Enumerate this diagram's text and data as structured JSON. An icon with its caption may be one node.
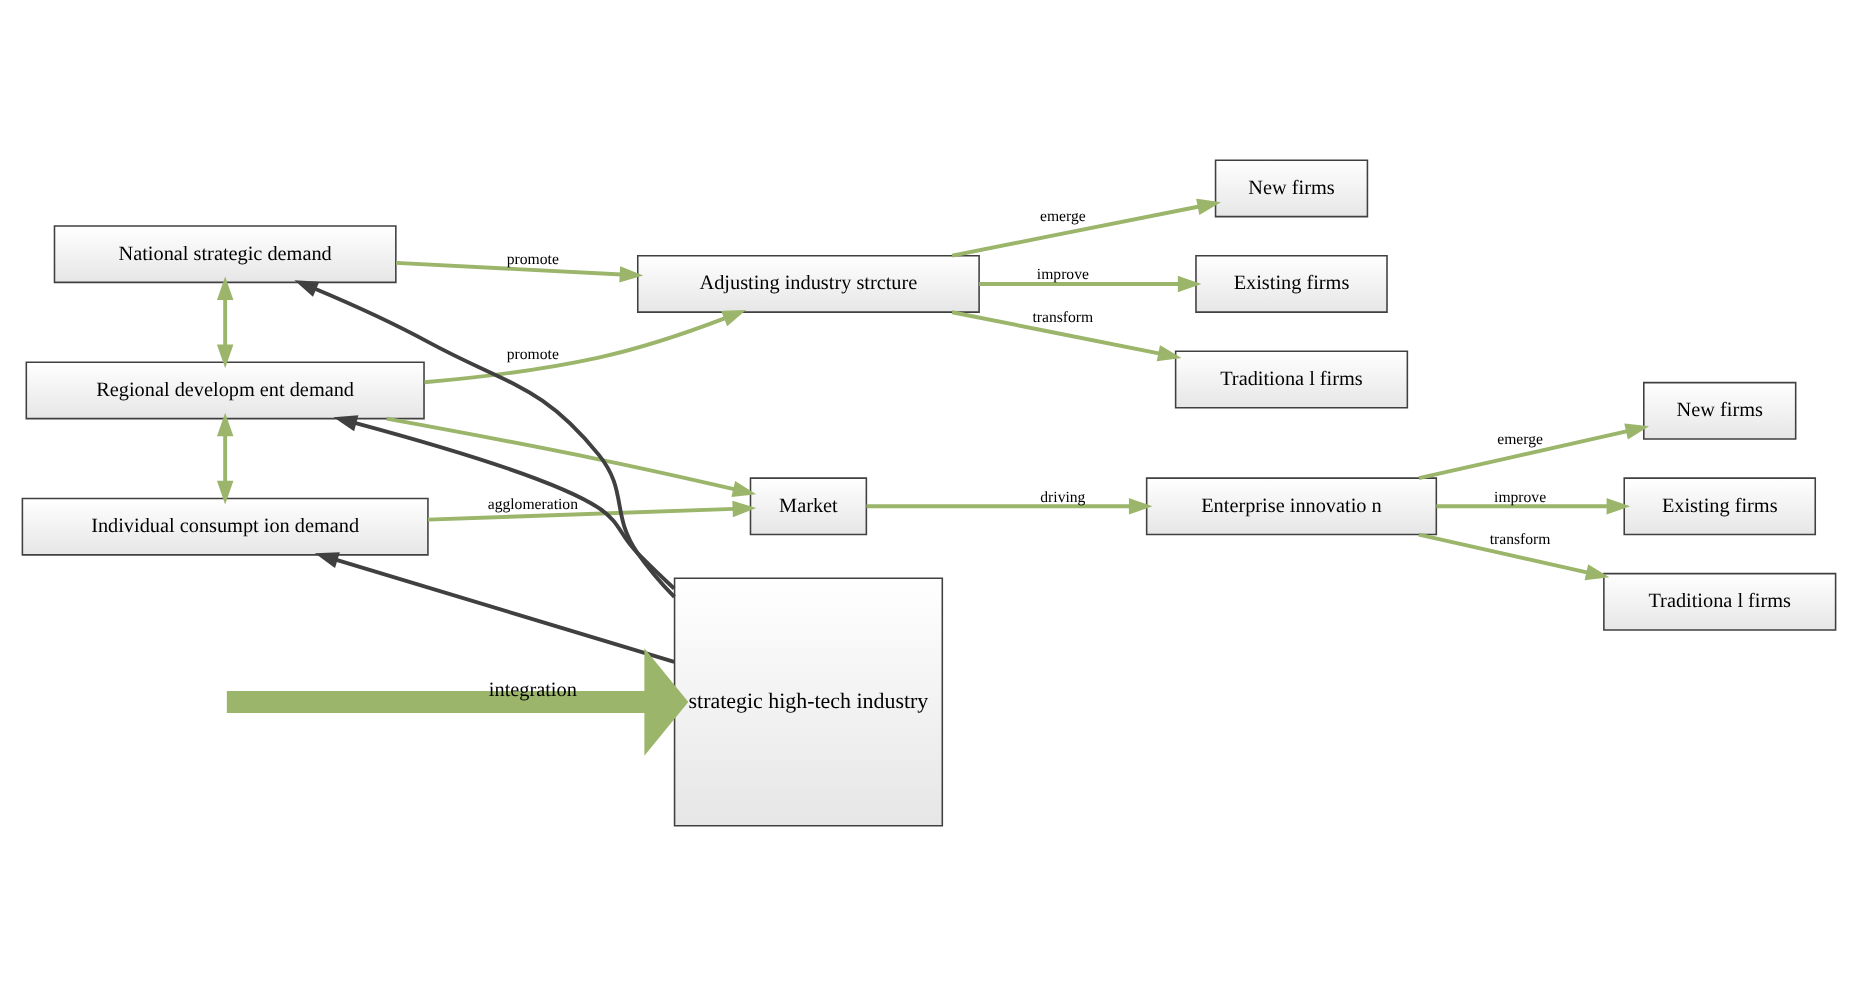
{
  "diagram": {
    "nodes": [
      {
        "text": [
          "National strategic demand"
        ]
      },
      {
        "text": [
          "Regional developm ent demand"
        ]
      },
      {
        "text": [
          "Individual consumpt ion demand"
        ]
      },
      {
        "text": [
          "Adjusting industry strcture"
        ]
      },
      {
        "text": [
          "New firms"
        ]
      },
      {
        "text": [
          "Existing firms"
        ]
      },
      {
        "text": [
          "Traditiona l firms"
        ]
      },
      {
        "text": [
          "Market"
        ]
      },
      {
        "text": [
          "Enterprise innovatio n"
        ]
      },
      {
        "text": [
          "New firms"
        ]
      },
      {
        "text": [
          "Existing firms"
        ]
      },
      {
        "text": [
          "Traditiona l firms"
        ]
      },
      {
        "text": [
          "strategic high-tech industry"
        ]
      }
    ],
    "edges": [
      {
        "from": 0,
        "to": 1,
        "arrow": "both"
      },
      {
        "from": 1,
        "to": 2,
        "arrow": "both"
      },
      {
        "from": 0,
        "to": 3,
        "arrow": "to",
        "label": "promote"
      },
      {
        "from": 1,
        "to": 3,
        "arrow": "to"
      },
      {
        "from": 1,
        "to": 7,
        "arrow": "to"
      },
      {
        "from": 2,
        "to": 7,
        "arrow": "to",
        "label": "agglomeration"
      },
      {
        "from": 3,
        "to": 4,
        "arrow": "to",
        "label": "emerge"
      },
      {
        "from": 3,
        "to": 5,
        "arrow": "to",
        "label": "improve"
      },
      {
        "from": 3,
        "to": 6,
        "arrow": "to",
        "label": "transform"
      },
      {
        "from": 7,
        "to": 8,
        "arrow": "to",
        "label": "driving"
      },
      {
        "from": 8,
        "to": 9,
        "arrow": "to",
        "label": "emerge"
      },
      {
        "from": 8,
        "to": 10,
        "arrow": "to",
        "label": "improve"
      },
      {
        "from": 8,
        "to": 11,
        "arrow": "to",
        "label": "transform"
      },
      {
        "from": null,
        "to": 12,
        "arrow": "to",
        "label": "integration",
        "style": "thick"
      },
      {
        "from": 12,
        "to": 0,
        "arrow": "to",
        "label": "promote",
        "color": "#404040"
      },
      {
        "from": 12,
        "to": 1,
        "arrow": "to",
        "color": "#404040"
      },
      {
        "from": 12,
        "to": 2,
        "arrow": "to",
        "color": "#404040"
      }
    ]
  }
}
